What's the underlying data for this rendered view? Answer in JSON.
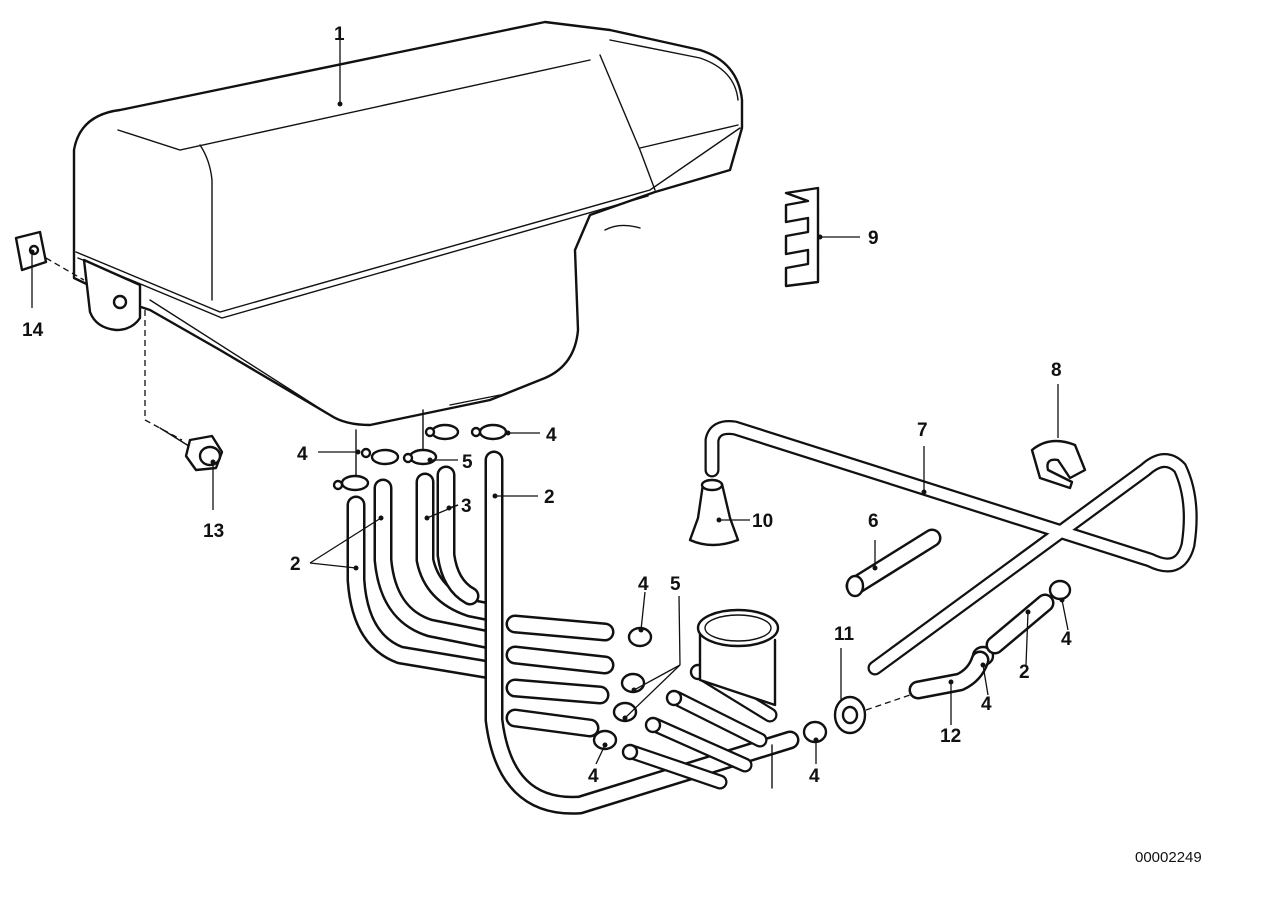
{
  "drawing_number": "00002249",
  "callouts": {
    "c1": "1",
    "c2a": "2",
    "c2b": "2",
    "c2c": "2",
    "c3": "3",
    "c4a": "4",
    "c4b": "4",
    "c4c": "4",
    "c4d": "4",
    "c4e": "4",
    "c4f": "4",
    "c4g": "4",
    "c5a": "5",
    "c5b": "5",
    "c6": "6",
    "c7": "7",
    "c8": "8",
    "c9": "9",
    "c10": "10",
    "c11": "11",
    "c12": "12",
    "c13": "13",
    "c14": "14"
  },
  "colors": {
    "line": "#111111",
    "background": "#ffffff"
  }
}
